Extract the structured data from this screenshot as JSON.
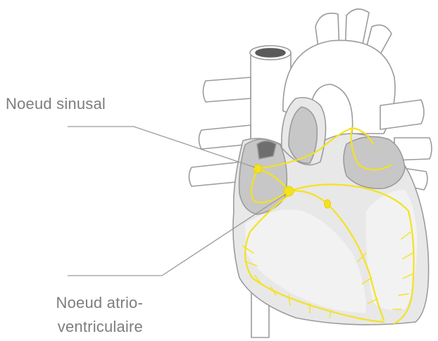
{
  "labels": {
    "sinoatrial_node": "Noeud sinusal",
    "av_node_line1": "Noeud atrio-",
    "av_node_line2": "ventriculaire"
  },
  "colors": {
    "background": "#ffffff",
    "outline": "#9b9b9b",
    "heart_fill": "#e8e8e8",
    "chamber_fill": "#c7c7c7",
    "conduction": "#f4e21f",
    "label_text": "#7d7d7d",
    "leader_line": "#9b9b9b"
  }
}
